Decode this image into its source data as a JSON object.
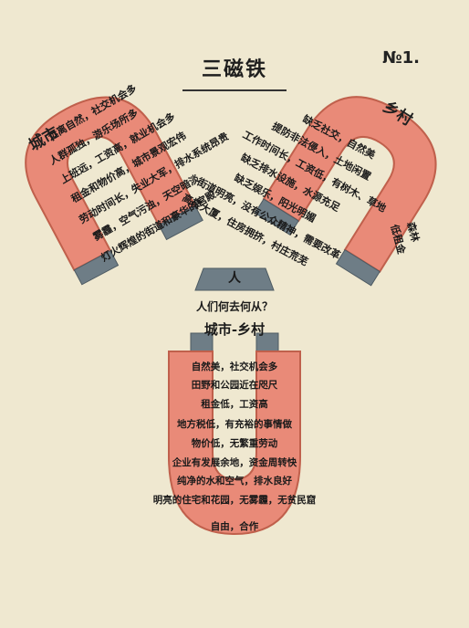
{
  "title": "三磁铁",
  "plate_number": "№1.",
  "magnets": {
    "town": {
      "label": "城市",
      "lines": [
        "远离自然，社交机会多",
        "人群孤独，游乐场所多",
        "上班远，工资高，就业机会多",
        "租金和物价高，城市景观宏伟",
        "劳动时间长，失业大军，排水系统昂贵",
        "雾霾，空气污浊，天空暗淡",
        "灯火辉煌的街道和豪华的宫殿"
      ]
    },
    "country": {
      "label": "乡村",
      "lines": [
        "缺乏社交，自然美",
        "提防非法侵入，土地闲置",
        "工作时间长，工资低，有树木、草地",
        "缺乏排水设施，水源充足",
        "缺乏娱乐，阳光明媚",
        "街道明亮，没有公众精神，需要改革",
        "高楼大厦，住房拥挤，村庄荒芜"
      ],
      "outer_lines": [
        "森林",
        "低租金"
      ]
    },
    "town_country": {
      "label": "城市-乡村",
      "lines": [
        "自然美，社交机会多",
        "田野和公园近在咫尺",
        "租金低，工资高",
        "地方税低，有充裕的事情做",
        "物价低，无繁重劳动",
        "企业有发展余地，资金周转快",
        "纯净的水和空气，排水良好",
        "明亮的住宅和花园，无雾霾，无贫民窟",
        "自由，合作"
      ]
    }
  },
  "people": {
    "label": "人",
    "question": "人们何去何从？"
  },
  "colors": {
    "background": "#efe8d0",
    "magnet_red": "#e98a78",
    "magnet_edge": "#c0604c",
    "pole_gray": "#6e7d86",
    "ink": "#1e1e1e"
  }
}
